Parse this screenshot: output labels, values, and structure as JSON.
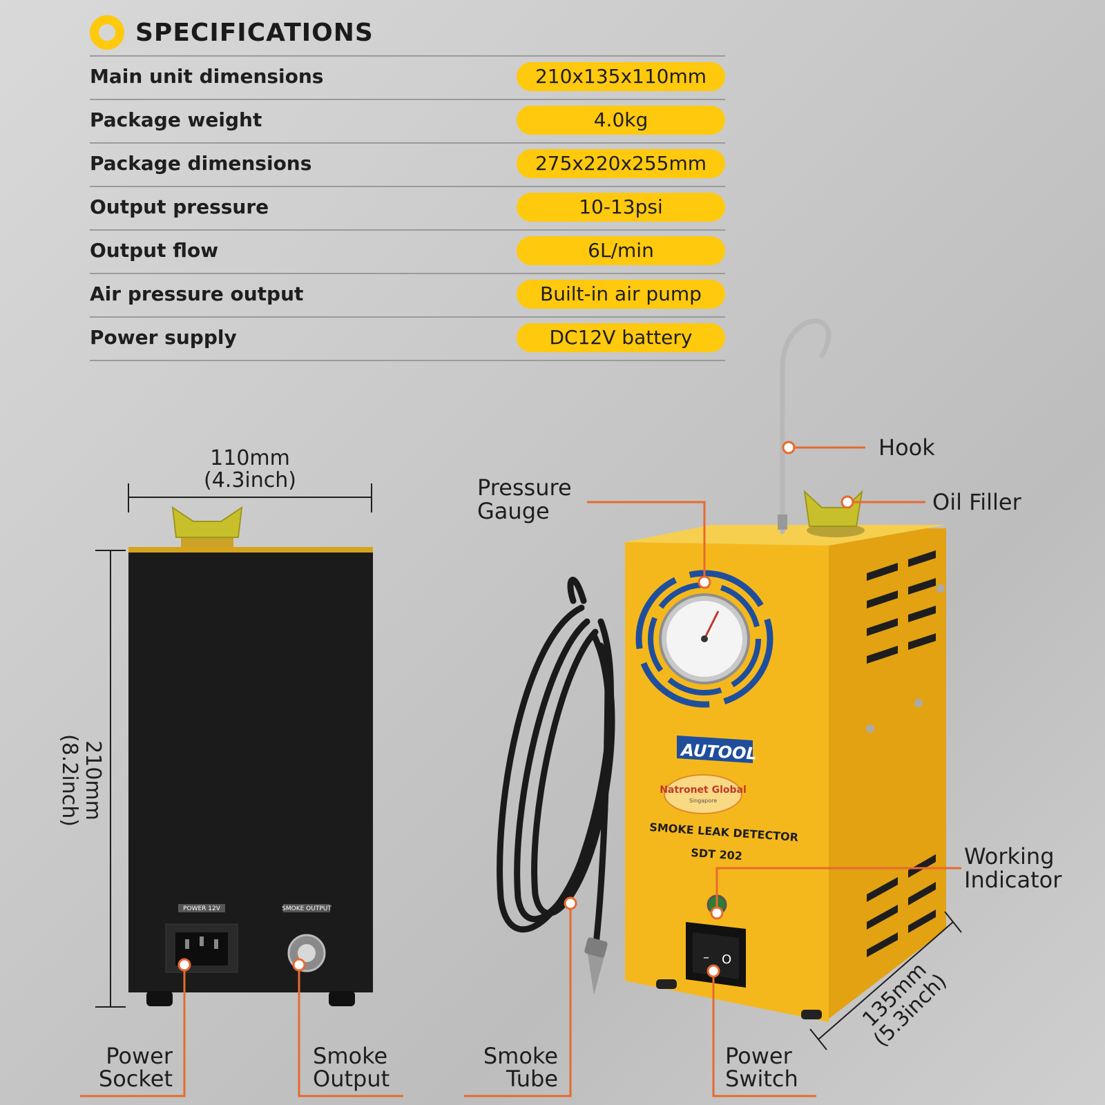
{
  "header": {
    "title": "SPECIFICATIONS"
  },
  "specs": [
    {
      "label": "Main unit dimensions",
      "value": "210x135x110mm"
    },
    {
      "label": "Package weight",
      "value": "4.0kg"
    },
    {
      "label": "Package dimensions",
      "value": "275x220x255mm"
    },
    {
      "label": "Output pressure",
      "value": "10-13psi"
    },
    {
      "label": "Output flow",
      "value": "6L/min"
    },
    {
      "label": "Air pressure output",
      "value": "Built-in air pump"
    },
    {
      "label": "Power supply",
      "value": "DC12V battery"
    }
  ],
  "dimensions": {
    "width_mm": "110mm",
    "width_in": "(4.3inch)",
    "height_mm": "210mm",
    "height_in": "(8.2inch)",
    "depth_mm": "135mm",
    "depth_in": "(5.3inch)"
  },
  "back_panel": {
    "power_label": "POWER 12V",
    "smoke_label": "SMOKE OUTPUT"
  },
  "device": {
    "brand": "AUTOOL",
    "product_name": "SMOKE LEAK DETECTOR",
    "model": "SDT 202",
    "watermark_name": "Natronet Global",
    "watermark_sub": "Singapore",
    "switch_on": "–",
    "switch_off": "O"
  },
  "callouts": {
    "hook": "Hook",
    "oil_filler": "Oil Filler",
    "pressure_gauge_1": "Pressure",
    "pressure_gauge_2": "Gauge",
    "working_indicator_1": "Working",
    "working_indicator_2": "Indicator",
    "power_socket_1": "Power",
    "power_socket_2": "Socket",
    "smoke_output_1": "Smoke",
    "smoke_output_2": "Output",
    "smoke_tube_1": "Smoke",
    "smoke_tube_2": "Tube",
    "power_switch_1": "Power",
    "power_switch_2": "Switch"
  },
  "colors": {
    "accent": "#ffc90e",
    "device_yellow": "#f5b81c",
    "leader": "#e8692e",
    "gauge_blue": "#1f4e9c"
  }
}
